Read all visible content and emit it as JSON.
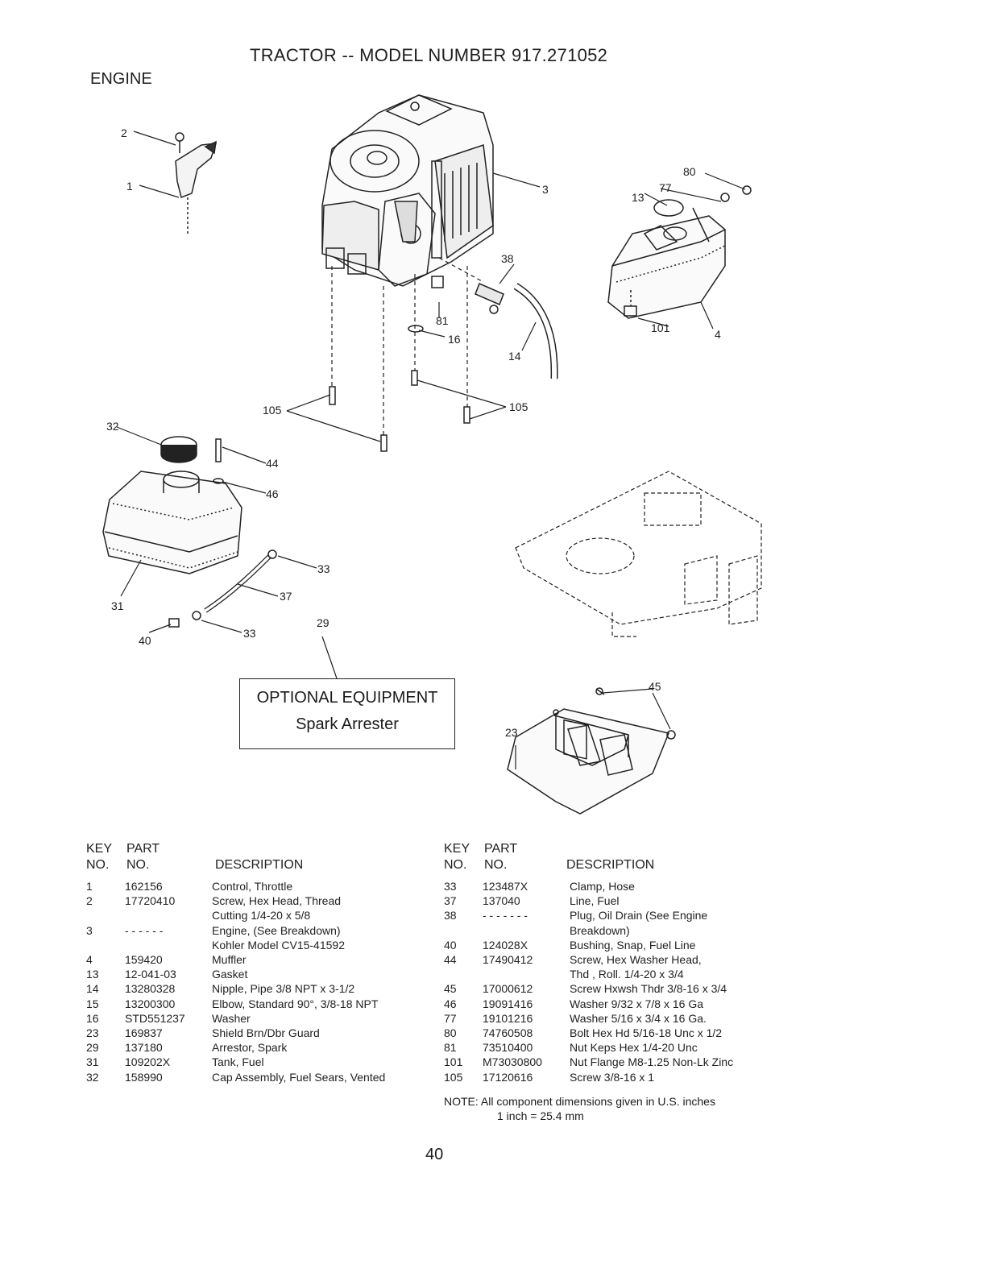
{
  "header": {
    "title": "TRACTOR -- MODEL NUMBER 917.271052",
    "section": "ENGINE"
  },
  "diagram": {
    "callouts": [
      "2",
      "1",
      "3",
      "80",
      "77",
      "13",
      "38",
      "81",
      "16",
      "14",
      "101",
      "4",
      "105",
      "105",
      "32",
      "44",
      "46",
      "33",
      "37",
      "31",
      "40",
      "33",
      "29",
      "45",
      "23"
    ],
    "optional_box": {
      "line1": "OPTIONAL EQUIPMENT",
      "line2": "Spark Arrester"
    }
  },
  "parts_table": {
    "headers": {
      "key": "KEY",
      "key_no": "NO.",
      "part": "PART",
      "part_no": "NO.",
      "description": "DESCRIPTION"
    },
    "left": [
      {
        "key": "1",
        "part": "162156",
        "desc": [
          "Control, Throttle"
        ]
      },
      {
        "key": "2",
        "part": "17720410",
        "desc": [
          "Screw, Hex Head, Thread",
          "Cutting 1/4-20 x 5/8"
        ]
      },
      {
        "key": "3",
        "part": "- - - - - -",
        "desc": [
          "Engine, (See Breakdown)",
          "Kohler Model CV15-41592"
        ]
      },
      {
        "key": "4",
        "part": "159420",
        "desc": [
          "Muffler"
        ]
      },
      {
        "key": "13",
        "part": "12-041-03",
        "desc": [
          "Gasket"
        ]
      },
      {
        "key": "14",
        "part": "13280328",
        "desc": [
          "Nipple, Pipe 3/8 NPT x 3-1/2"
        ]
      },
      {
        "key": "15",
        "part": "13200300",
        "desc": [
          "Elbow, Standard 90°, 3/8-18 NPT"
        ]
      },
      {
        "key": "16",
        "part": "STD551237",
        "desc": [
          "Washer"
        ]
      },
      {
        "key": "23",
        "part": "169837",
        "desc": [
          "Shield Brn/Dbr Guard"
        ]
      },
      {
        "key": "29",
        "part": "137180",
        "desc": [
          "Arrestor, Spark"
        ]
      },
      {
        "key": "31",
        "part": "109202X",
        "desc": [
          "Tank, Fuel"
        ]
      },
      {
        "key": "32",
        "part": "158990",
        "desc": [
          "Cap Assembly, Fuel Sears, Vented"
        ]
      }
    ],
    "right": [
      {
        "key": "33",
        "part": "123487X",
        "desc": [
          "Clamp, Hose"
        ]
      },
      {
        "key": "37",
        "part": "137040",
        "desc": [
          "Line, Fuel"
        ]
      },
      {
        "key": "38",
        "part": "- - - - - - -",
        "desc": [
          "Plug, Oil Drain (See Engine",
          "Breakdown)"
        ]
      },
      {
        "key": "40",
        "part": "124028X",
        "desc": [
          "Bushing, Snap, Fuel Line"
        ]
      },
      {
        "key": "44",
        "part": "17490412",
        "desc": [
          "Screw, Hex Washer Head,",
          "Thd , Roll. 1/4-20 x 3/4"
        ]
      },
      {
        "key": "45",
        "part": "17000612",
        "desc": [
          "Screw Hxwsh Thdr 3/8-16 x 3/4"
        ]
      },
      {
        "key": "46",
        "part": "19091416",
        "desc": [
          "Washer 9/32 x 7/8 x 16 Ga"
        ]
      },
      {
        "key": "77",
        "part": "19101216",
        "desc": [
          "Washer 5/16 x 3/4 x 16 Ga."
        ]
      },
      {
        "key": "80",
        "part": "74760508",
        "desc": [
          "Bolt Hex Hd 5/16-18 Unc x 1/2"
        ]
      },
      {
        "key": "81",
        "part": "73510400",
        "desc": [
          "Nut Keps Hex 1/4-20 Unc"
        ]
      },
      {
        "key": "101",
        "part": "M73030800",
        "desc": [
          "Nut Flange M8-1.25 Non-Lk Zinc"
        ]
      },
      {
        "key": "105",
        "part": "17120616",
        "desc": [
          "Screw 3/8-16 x 1"
        ]
      }
    ]
  },
  "note": {
    "label": "NOTE:",
    "line1": "All component dimensions given in U.S. inches",
    "line2": "1 inch = 25.4 mm"
  },
  "page_number": "40"
}
